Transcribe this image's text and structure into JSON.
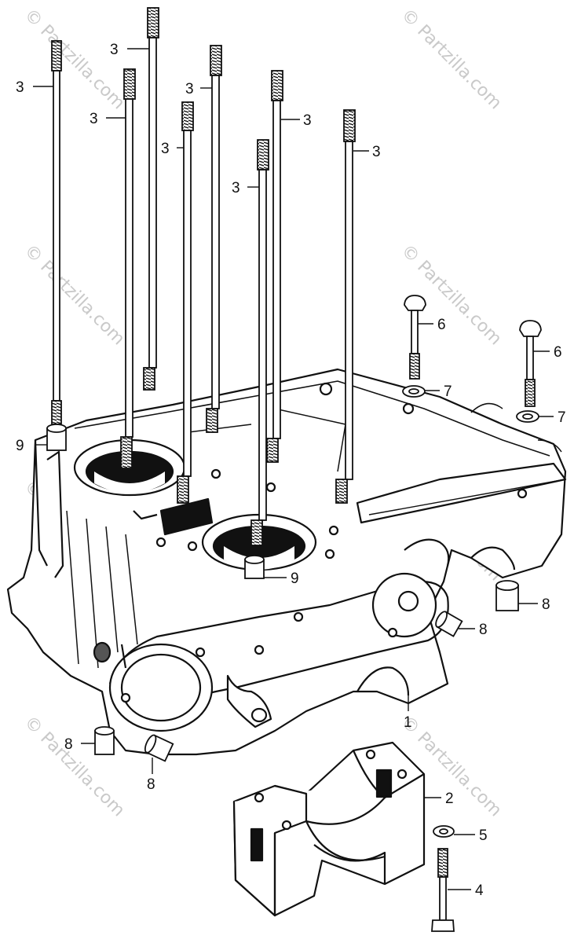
{
  "diagram": {
    "watermark_text": "© Partzilla.com",
    "callouts": {
      "stud": "3",
      "bolt": "6",
      "washer": "7",
      "dowel_pin": "8",
      "dowel_pin_upper": "9",
      "crankcase": "1",
      "bearing_holder": "2",
      "bolt_lower": "4",
      "washer_lower": "5"
    }
  }
}
